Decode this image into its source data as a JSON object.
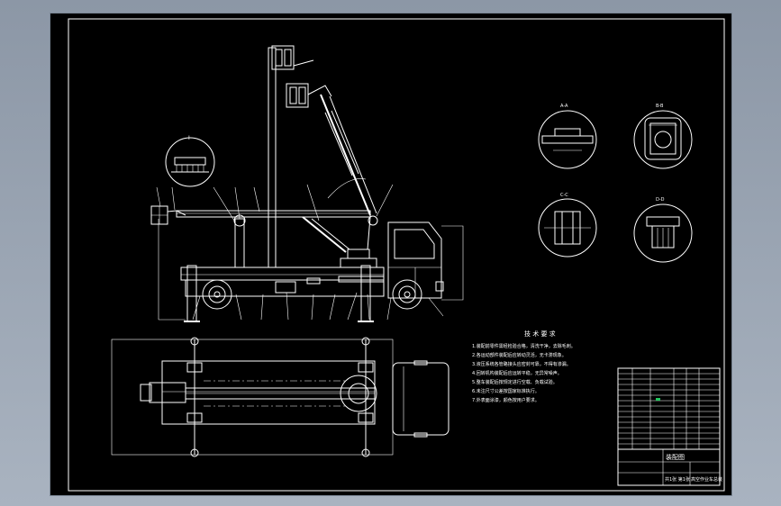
{
  "tech_requirements": {
    "title": "技 术 要 求",
    "items": [
      "1.装配前零件需经检验合格，清洗干净，去除毛刺。",
      "2.各运动部件装配后应转动灵活，无卡滞现象。",
      "3.液压系统各管路接头应密封可靠，不得有渗漏。",
      "4.回转机构装配后应运转平稳，无异常噪声。",
      "5.整车装配后按规定进行空载、负载试验。",
      "6.未注尺寸公差按国家标准执行。",
      "7.外表面涂漆，颜色按用户要求。"
    ]
  },
  "title_block": {
    "drawing_title": "装配图",
    "product_name": "高空作业车总装",
    "sheet_info": "共1张 第1张"
  },
  "section_labels": [
    "A-A",
    "B-B",
    "C-C",
    "D-D"
  ],
  "view_labels": [
    "I"
  ],
  "colors": {
    "background": "#000000",
    "lines": "#ffffff",
    "chrome": "#9aa5b3",
    "accent": "#22c55e"
  }
}
